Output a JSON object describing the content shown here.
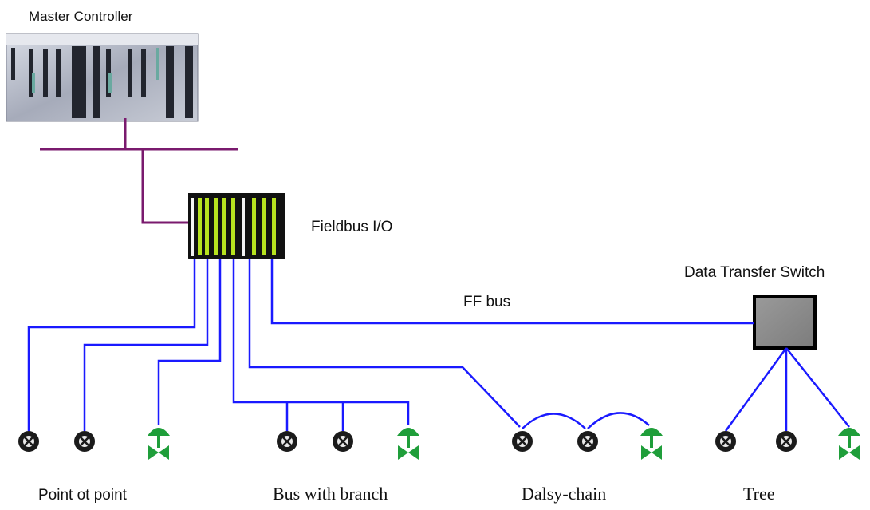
{
  "labels": {
    "master_controller": "Master Controller",
    "fieldbus_io": "Fieldbus I/O",
    "data_transfer_switch": "Data Transfer Switch",
    "ff_bus": "FF bus"
  },
  "topologies": [
    {
      "key": "point-to-point",
      "label": "Point ot point",
      "font": "sans"
    },
    {
      "key": "bus-with-branch",
      "label": "Bus with branch",
      "font": "serif"
    },
    {
      "key": "daisy-chain",
      "label": "Dalsy-chain",
      "font": "serif"
    },
    {
      "key": "tree",
      "label": "Tree",
      "font": "serif"
    }
  ],
  "colors": {
    "controller_link": "#7a1a6e",
    "fieldbus_line": "#1a1aff",
    "valve": "#1f9e3a",
    "io_bar": "#b7e31f",
    "switch_fill": "#8a8a8a",
    "transmitter": "#1b1b1b"
  },
  "devices": [
    {
      "name": "transmitter-icon",
      "group": "point-to-point"
    },
    {
      "name": "transmitter-icon",
      "group": "point-to-point"
    },
    {
      "name": "valve-icon",
      "group": "point-to-point"
    },
    {
      "name": "transmitter-icon",
      "group": "bus-with-branch"
    },
    {
      "name": "transmitter-icon",
      "group": "bus-with-branch"
    },
    {
      "name": "valve-icon",
      "group": "bus-with-branch"
    },
    {
      "name": "transmitter-icon",
      "group": "daisy-chain"
    },
    {
      "name": "transmitter-icon",
      "group": "daisy-chain"
    },
    {
      "name": "valve-icon",
      "group": "daisy-chain"
    },
    {
      "name": "transmitter-icon",
      "group": "tree"
    },
    {
      "name": "transmitter-icon",
      "group": "tree"
    },
    {
      "name": "valve-icon",
      "group": "tree"
    }
  ]
}
